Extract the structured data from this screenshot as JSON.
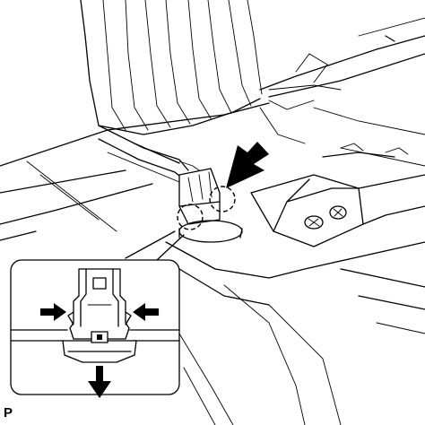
{
  "figure": {
    "page_label": "P",
    "callout_count": 2,
    "direction_arrows": [
      "press-from-left",
      "press-from-right",
      "pull-down"
    ]
  }
}
